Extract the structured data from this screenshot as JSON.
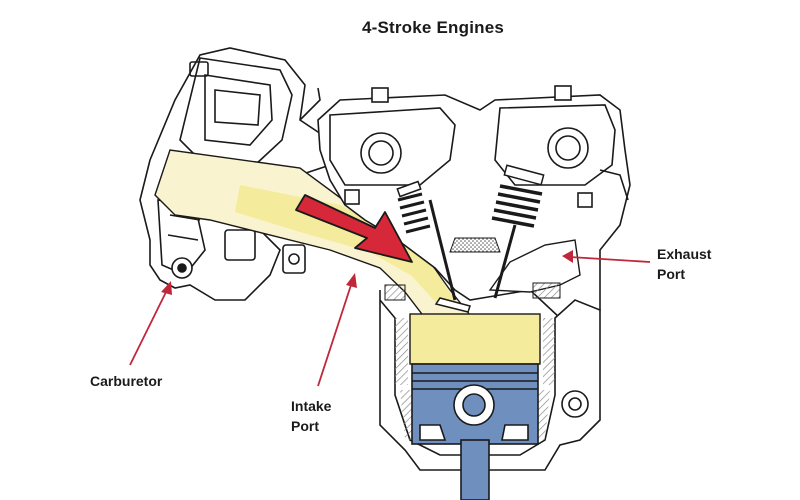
{
  "title": "4-Stroke Engines",
  "callouts": {
    "carburetor": "Carburetor",
    "intake_line1": "Intake",
    "intake_line2": "Port",
    "exhaust_line1": "Exhaust",
    "exhaust_line2": "Port"
  },
  "colors": {
    "ink": "#1a1a1a",
    "mixture_yellow": "#f5eb9c",
    "pale_yellow": "#faf3cf",
    "flow_arrow_red": "#d62839",
    "callout_red": "#c0273a",
    "piston_blue": "#6f8fbf",
    "hatch_gray": "#8a8a8a"
  }
}
